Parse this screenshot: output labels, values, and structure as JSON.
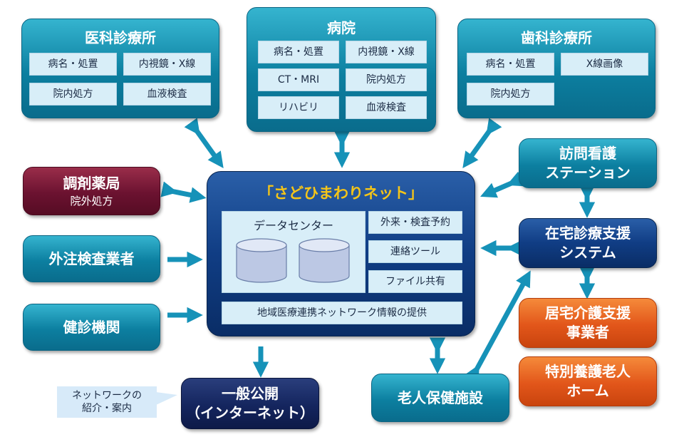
{
  "clinic": {
    "title": "医科診療所",
    "items": [
      "病名・処置",
      "内視鏡・X線",
      "院内処方",
      "血液検査"
    ]
  },
  "hospital": {
    "title": "病院",
    "items": [
      "病名・処置",
      "内視鏡・X線",
      "CT・MRI",
      "院内処方",
      "リハビリ",
      "血液検査"
    ]
  },
  "dental": {
    "title": "歯科診療所",
    "items": [
      "病名・処置",
      "X線画像",
      "院内処方"
    ]
  },
  "pharmacy": {
    "title": "調剤薬局",
    "sub": "院外処方"
  },
  "lab": {
    "title": "外注検査業者"
  },
  "checkup": {
    "title": "健診機関"
  },
  "network": {
    "name": "「さどひまわりネット」",
    "datacenter": "データセンター",
    "services": [
      "外来・検査予約",
      "連絡ツール",
      "ファイル共有"
    ],
    "info": "地域医療連携ネットワーク情報の提供"
  },
  "nursing": {
    "line1": "訪問看護",
    "line2": "ステーション"
  },
  "homecare": {
    "line1": "在宅診療支援",
    "line2": "システム"
  },
  "careSupport": {
    "line1": "居宅介護支援",
    "line2": "事業者"
  },
  "specialHome": {
    "line1": "特別養護老人",
    "line2": "ホーム"
  },
  "elderly": {
    "title": "老人保健施設"
  },
  "public": {
    "line1": "一般公開",
    "line2": "（インターネット）"
  },
  "callout": {
    "line1": "ネットワークの",
    "line2": "紹介・案内"
  },
  "colors": {
    "teal": "#0c7fa0",
    "navy": "#103d84",
    "maroon": "#6b1230",
    "orange": "#e2561a",
    "gold": "#f5c518"
  }
}
